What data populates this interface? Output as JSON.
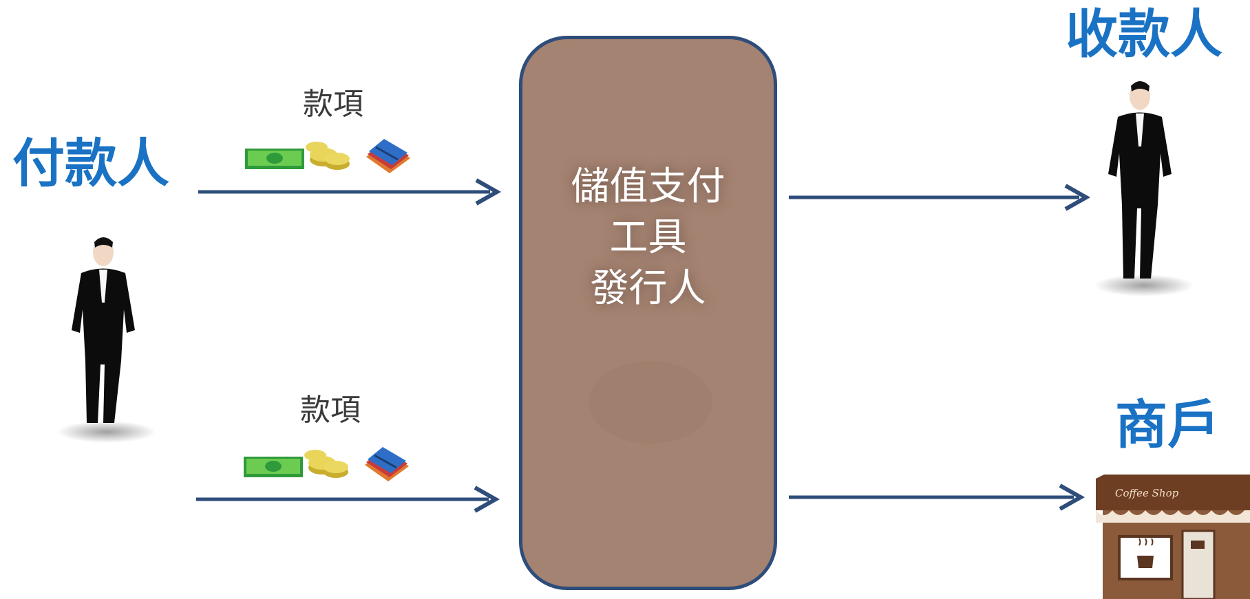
{
  "payer": {
    "label": "付款人"
  },
  "payee": {
    "label": "收款人"
  },
  "merchant": {
    "label": "商戶",
    "sign_text": "Coffee Shop"
  },
  "issuer": {
    "line1": "儲值支付",
    "line2": "工具",
    "line3": "發行人"
  },
  "flows": {
    "top_money_label": "款項",
    "bottom_money_label": "款項"
  },
  "colors": {
    "accent_blue": "#1a72c4",
    "arrow": "#2e4d7a",
    "issuer_fill": "#a58372"
  }
}
